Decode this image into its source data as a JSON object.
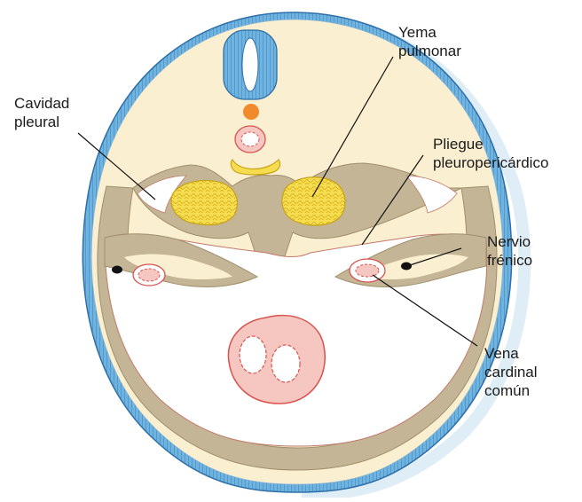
{
  "labels": {
    "yema_pulmonar": [
      "Yema",
      "pulmonar"
    ],
    "cavidad_pleural": [
      "Cavidad",
      "pleural"
    ],
    "pliegue": [
      "Pliegue",
      "pleuropericárdico"
    ],
    "nervio": [
      "Nervio",
      "frénico"
    ],
    "vena": [
      "Vena",
      "cardinal",
      "común"
    ]
  },
  "colors": {
    "background": "#ffffff",
    "ectoderm": "#5ba3d6",
    "ectoderm_dark": "#2e6fa8",
    "mesenchyme": "#fbefd2",
    "body_wall": "#c4b596",
    "body_wall_edge": "#a08f6c",
    "cavity": "#ffffff",
    "lung_bud": "#f3d23a",
    "lung_bud_edge": "#c7a315",
    "vessel_red": "#d9534f",
    "vessel_fill": "#f6c6c0",
    "aorta": "#f08a2c",
    "nerve": "#111111",
    "leader": "#111111"
  }
}
